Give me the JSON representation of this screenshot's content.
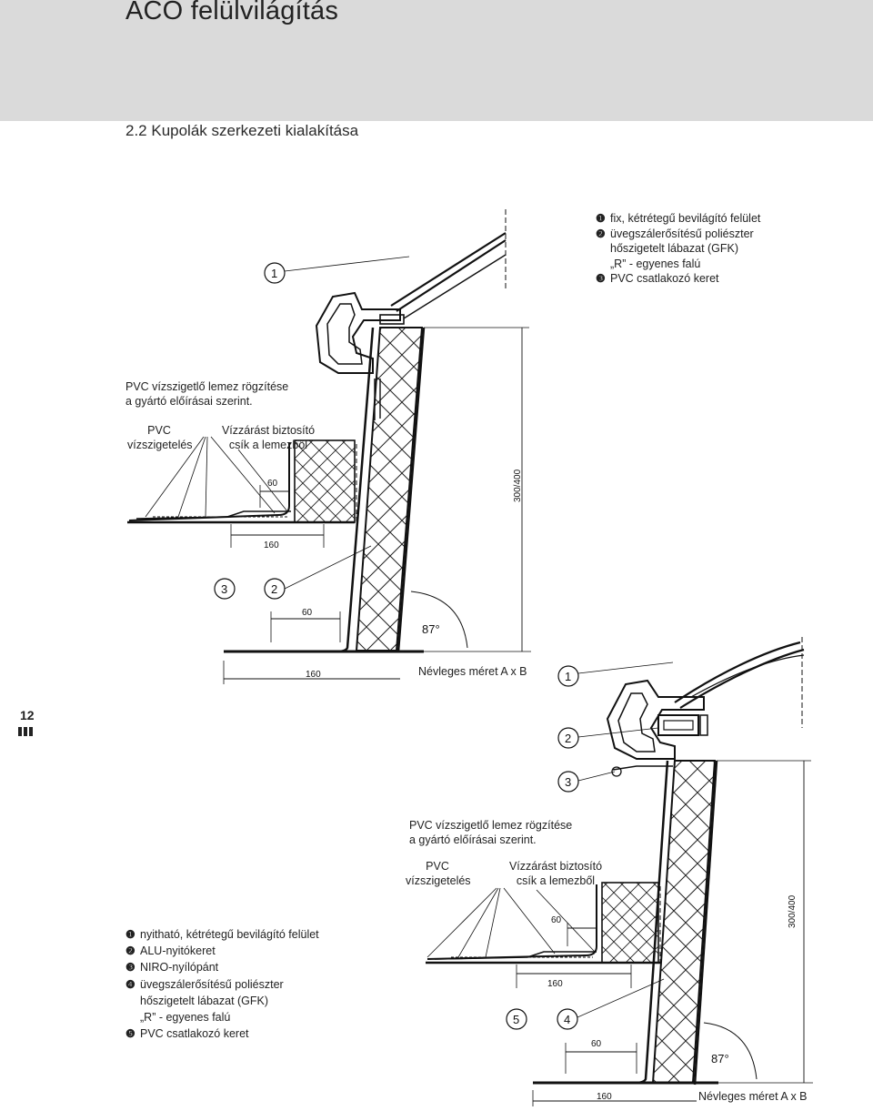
{
  "header": {
    "title": "ACO felülvilágítás",
    "section": "2.2 Kupolák szerkezeti kialakítása"
  },
  "page": {
    "number": "12"
  },
  "legend_top": {
    "items": [
      {
        "marker": "❶",
        "lines": [
          "fix, kétrétegű bevilágító felület"
        ]
      },
      {
        "marker": "❷",
        "lines": [
          "üvegszálerősítésű poliészter",
          "hőszigetelt lábazat (GFK)",
          "„R” - egyenes falú"
        ]
      },
      {
        "marker": "❸",
        "lines": [
          "PVC csatlakozó keret"
        ]
      }
    ]
  },
  "legend_bottom": {
    "items": [
      {
        "marker": "❶",
        "lines": [
          "nyitható, kétrétegű bevilágító felület"
        ]
      },
      {
        "marker": "❷",
        "lines": [
          "ALU-nyitókeret"
        ]
      },
      {
        "marker": "❸",
        "lines": [
          "NIRO-nyílópánt"
        ]
      },
      {
        "marker": "❹",
        "lines": [
          "üvegszálerősítésű poliészter",
          "hőszigetelt lábazat (GFK)",
          "„R” - egyenes falú"
        ]
      },
      {
        "marker": "❺",
        "lines": [
          "PVC csatlakozó keret"
        ]
      }
    ]
  },
  "drawing_top": {
    "note_line1": "PVC vízszigetlő lemez rögzítése",
    "note_line2": "a gyártó előírásai szerint.",
    "pvc_line1": "PVC",
    "pvc_line2": "vízszigetelés",
    "strip_line1": "Vízzárást biztosító",
    "strip_line2": "csík a lemezből",
    "dim_60_small": "60",
    "dim_160_small": "160",
    "dim_60": "60",
    "dim_160": "160",
    "dim_height": "300/400",
    "angle": "87°",
    "nominal": "Névleges méret A x B",
    "callouts": [
      "1",
      "3",
      "2"
    ]
  },
  "drawing_bottom": {
    "note_line1": "PVC vízszigetlő lemez rögzítése",
    "note_line2": "a gyártó előírásai szerint.",
    "pvc_line1": "PVC",
    "pvc_line2": "vízszigetelés",
    "strip_line1": "Vízzárást biztosító",
    "strip_line2": "csík a lemezből",
    "dim_60_small": "60",
    "dim_160_small": "160",
    "dim_60": "60",
    "dim_160": "160",
    "dim_height": "300/400",
    "angle": "87°",
    "nominal": "Névleges méret A x B",
    "callouts": [
      "1",
      "2",
      "3",
      "5",
      "4"
    ]
  }
}
